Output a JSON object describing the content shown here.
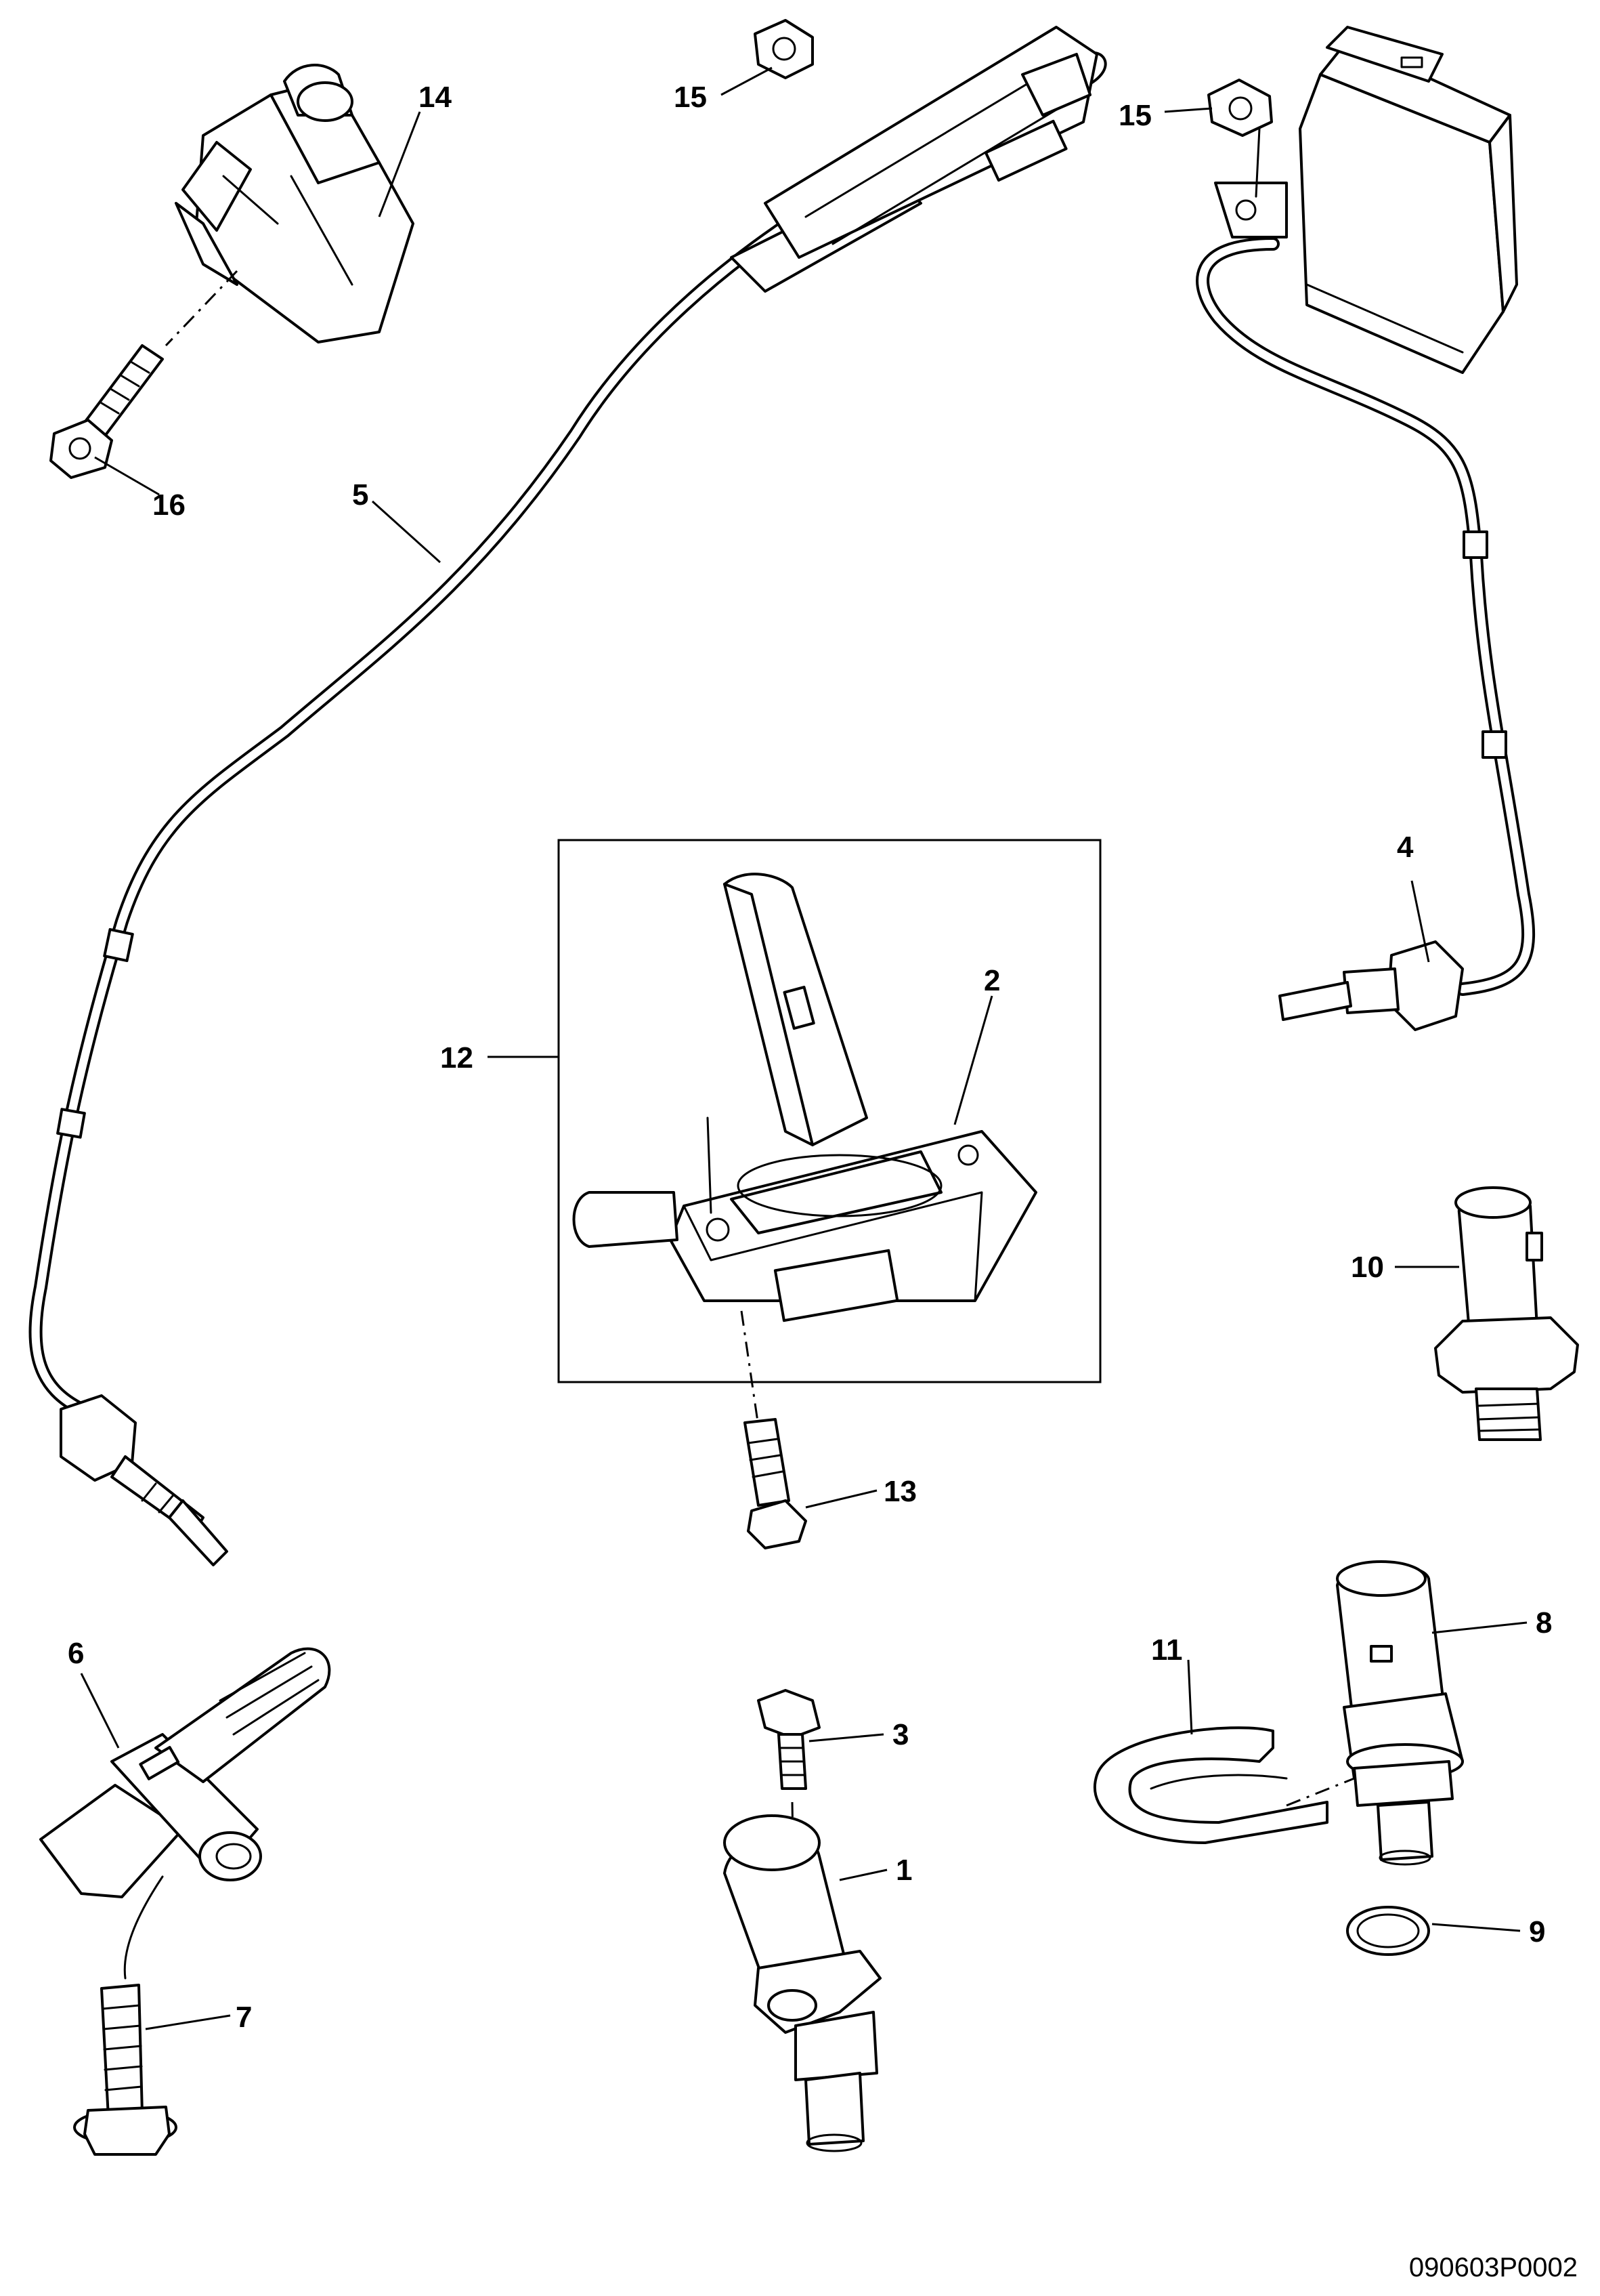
{
  "diagram": {
    "reference_code": "090603P0002",
    "callouts": {
      "c1": "1",
      "c2": "2",
      "c3": "3",
      "c4": "4",
      "c5": "5",
      "c6": "6",
      "c7": "7",
      "c8": "8",
      "c9": "9",
      "c10": "10",
      "c11": "11",
      "c12": "12",
      "c13": "13",
      "c14": "14",
      "c15a": "15",
      "c15b": "15",
      "c16": "16"
    }
  }
}
